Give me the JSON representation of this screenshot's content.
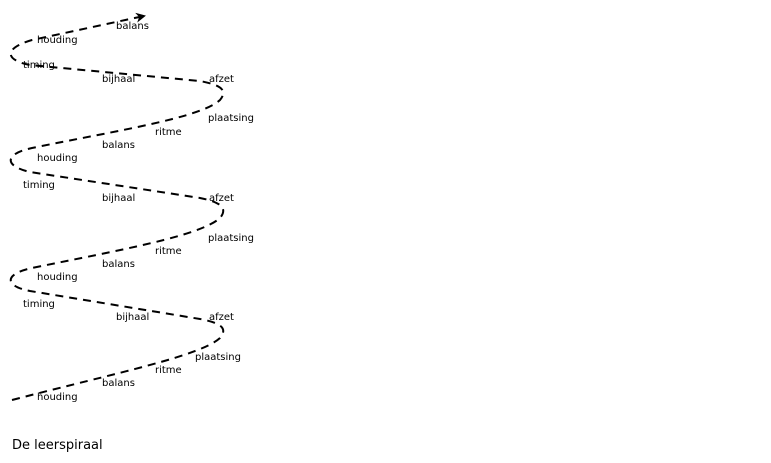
{
  "diagram": {
    "caption": "De leerspiraal",
    "labels": [
      "balans",
      "houding",
      "timing",
      "bijhaal",
      "afzet",
      "plaatsing",
      "ritme",
      "balans",
      "houding",
      "timing",
      "bijhaal",
      "afzet",
      "plaatsing",
      "ritme",
      "balans",
      "houding",
      "timing",
      "bijhaal",
      "afzet",
      "plaatsing",
      "ritme",
      "balans",
      "houding"
    ]
  }
}
